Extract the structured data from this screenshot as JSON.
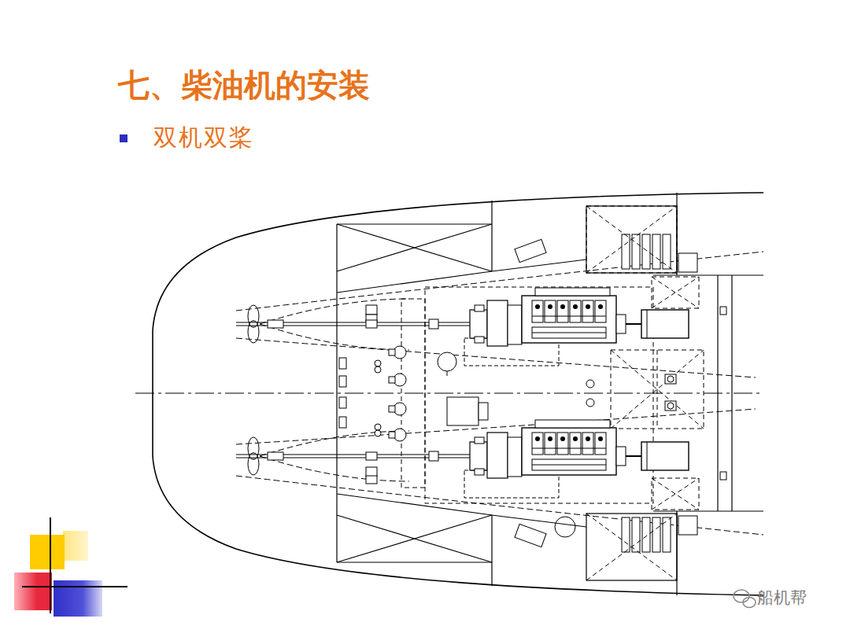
{
  "diagram": {
    "title": "七、柴油机的安装",
    "labels": [
      "双机双桨",
      "船机帮"
    ]
  }
}
